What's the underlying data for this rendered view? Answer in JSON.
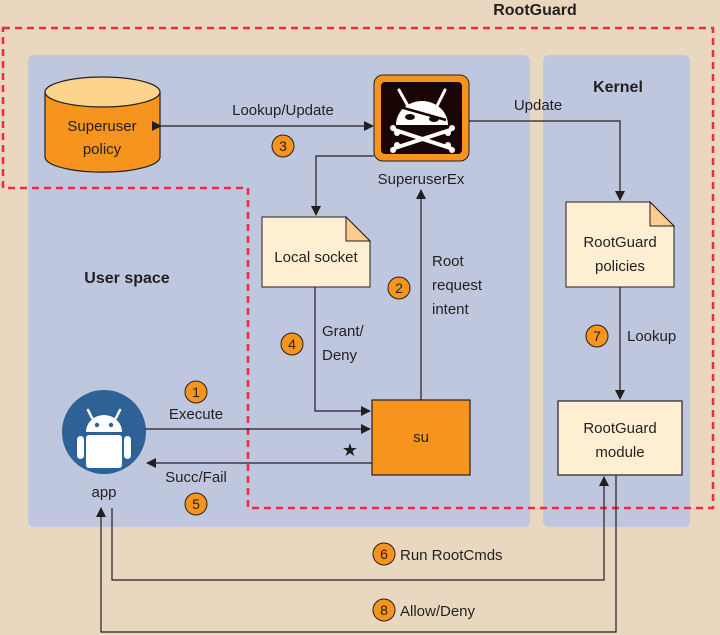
{
  "title": "RootGuard",
  "regions": {
    "user_space": "User space",
    "kernel": "Kernel"
  },
  "nodes": {
    "superuser_policy": [
      "Superuser",
      "policy"
    ],
    "superuserex": "SuperuserEx",
    "local_socket": "Local socket",
    "su": "su",
    "app": "app",
    "rootguard_policies": [
      "RootGuard",
      "policies"
    ],
    "rootguard_module": [
      "RootGuard",
      "module"
    ]
  },
  "edges": {
    "lookup_update": {
      "label": "Lookup/Update",
      "step": "3"
    },
    "update": {
      "label": "Update"
    },
    "root_request": {
      "label": [
        "Root",
        "request",
        "intent"
      ],
      "step": "2"
    },
    "grant_deny": {
      "label": [
        "Grant/",
        "Deny"
      ],
      "step": "4"
    },
    "execute": {
      "label": "Execute",
      "step": "1"
    },
    "succ_fail": {
      "label": "Succ/Fail",
      "step": "5"
    },
    "run_rootcmds": {
      "label": "Run RootCmds",
      "step": "6"
    },
    "lookup": {
      "label": "Lookup",
      "step": "7"
    },
    "allow_deny": {
      "label": "Allow/Deny",
      "step": "8"
    }
  },
  "colors": {
    "background": "#E9D8BF",
    "panel": "#BFC7DE",
    "orange": "#F7941D",
    "note": "#FEEFD2",
    "dashed": "#EE2B3B",
    "app_blue": "#2E6196"
  }
}
